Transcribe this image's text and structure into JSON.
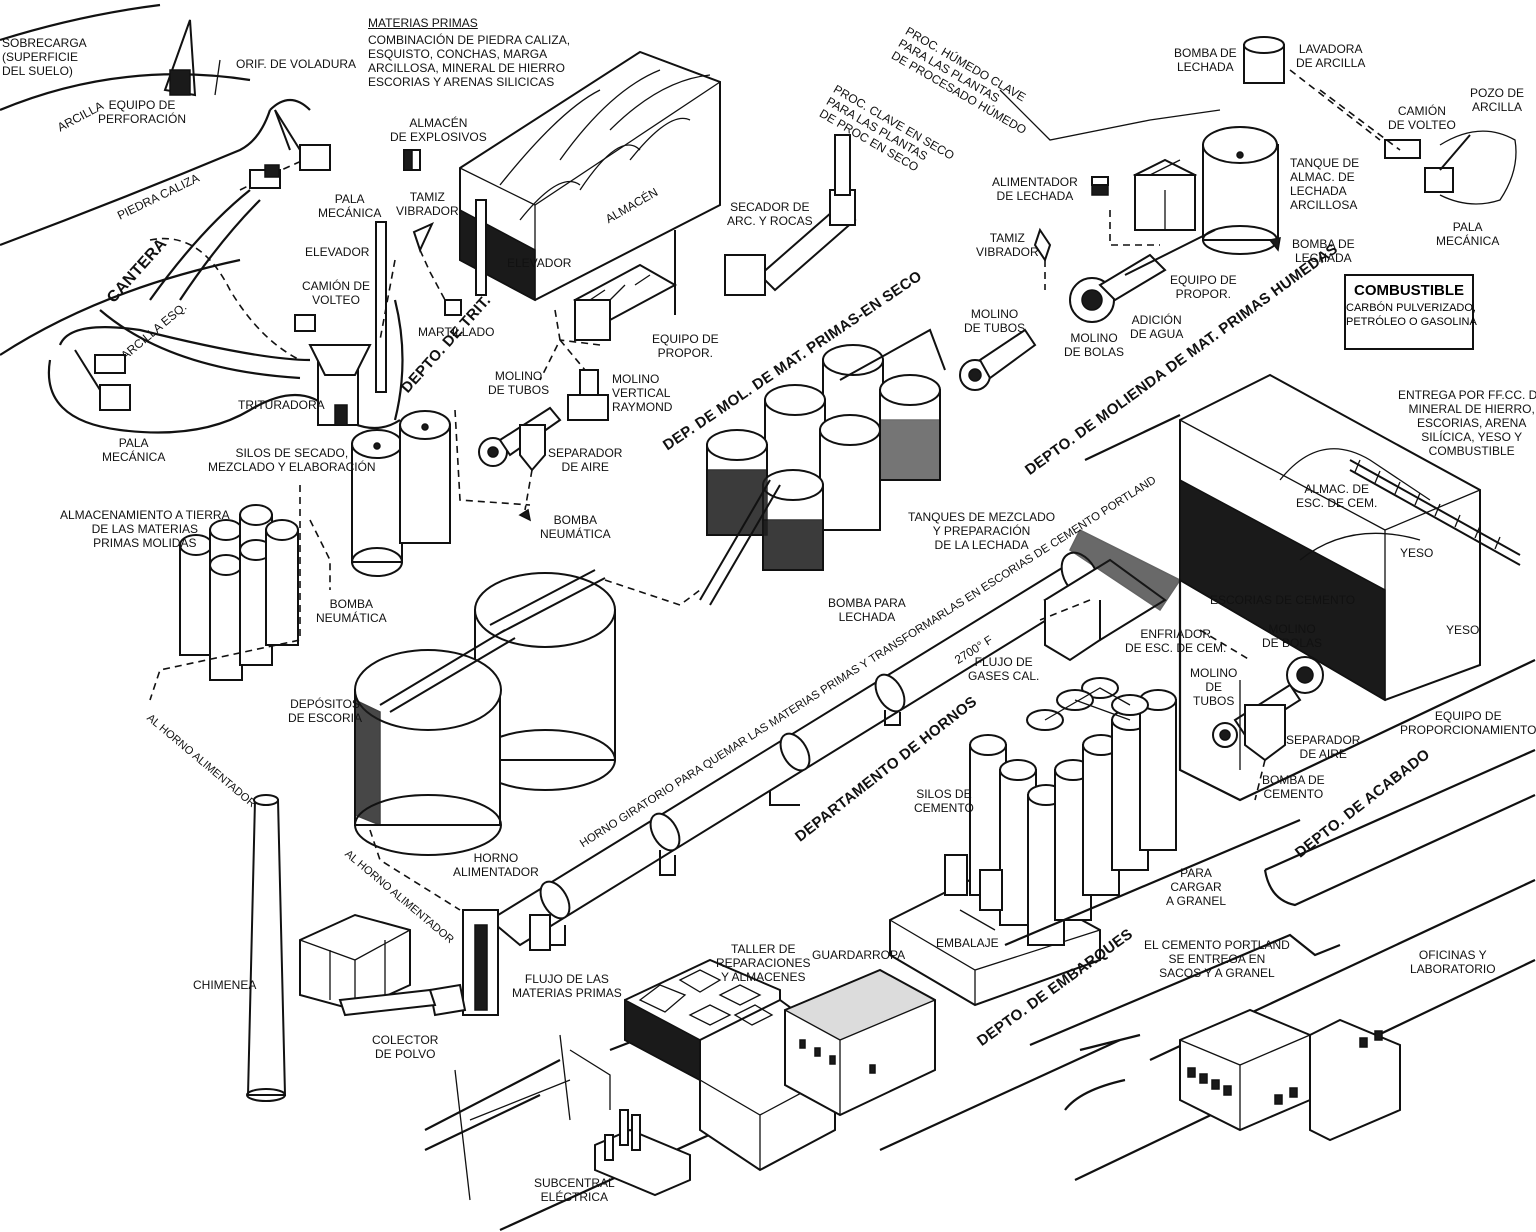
{
  "labels": {
    "sobrecarga": "SOBRECARGA\n(SUPERFICIE\nDEL SUELO)",
    "arcilla_top": "ARCILLA",
    "equipo_perforacion": "EQUIPO DE\nPERFORACIÓN",
    "orif_voladura": "ORIF. DE VOLADURA",
    "piedra_caliza": "PIEDRA CALIZA",
    "pala_mecanica_1": "PALA\nMECÁNICA",
    "cantera": "CANTERA",
    "elevador_1": "ELEVADOR",
    "camion_volteo_1": "CAMIÓN DE\nVOLTEO",
    "arcilla_esq": "ARCILLA ESQ.",
    "trituradora": "TRITURADORA",
    "pala_mecanica_2": "PALA\nMECÁNICA",
    "materias_primas_title": "MATERIAS PRIMAS",
    "materias_primas_desc": "COMBINACIÓN DE PIEDRA CALIZA,\nESQUISTO, CONCHAS, MARGA\nARCILLOSA, MINERAL DE HIERRO\nESCORIAS Y ARENAS SILICICAS",
    "almacen_explosivos": "ALMACÉN\nDE EXPLOSIVOS",
    "tamiz_vibrador_1": "TAMIZ\nVIBRADOR",
    "martillado": "MARTILLADO",
    "depto_trit": "DEPTO. DE TRIT.",
    "almacen": "ALMACÉN",
    "elevador_2": "ELEVADOR",
    "equipo_propor_1": "EQUIPO DE\nPROPOR.",
    "secador": "SECADOR DE\nARC. Y ROCAS",
    "proc_clave_seco": "PROC. CLAVE EN SECO\nPARA LAS PLANTAS\nDE PROC EN SECO",
    "proc_humedo": "PROC. HÚMEDO CLAVE\nPARA LAS PLANTAS\nDE PROCESADO HÚMEDO",
    "molino_tubos_1": "MOLINO\nDE TUBOS",
    "molino_vertical": "MOLINO\nVERTICAL\nRAYMOND",
    "separador_aire_1": "SEPARADOR\nDE AIRE",
    "bomba_neumatica_1": "BOMBA\nNEUMÁTICA",
    "dep_mol_seco": "DEP. DE MOL. DE MAT. PRIMAS-EN SECO",
    "silos_secado": "SILOS DE SECADO,\nMEZCLADO Y ELABORACIÓN",
    "almacenamiento_tierra": "ALMACENAMIENTO A TIERRA\nDE LAS MATERIAS\nPRIMAS MOLIDAS",
    "bomba_neumatica_2": "BOMBA\nNEUMÁTICA",
    "bomba_lechada_1": "BOMBA DE\nLECHADA",
    "lavadora_arcilla": "LAVADORA\nDE ARCILLA",
    "pozo_arcilla": "POZO DE\nARCILLA",
    "camion_volteo_2": "CAMIÓN\nDE VOLTEO",
    "alimentador_lechada": "ALIMENTADOR\nDE LECHADA",
    "tanque_almac": "TANQUE DE\nALMAC. DE\nLECHADA\nARCILLOSA",
    "bomba_lechada_2": "BOMBA DE\nLECHADA",
    "pala_mecanica_3": "PALA\nMECÁNICA",
    "tamiz_vibrador_2": "TAMIZ\nVIBRADOR",
    "equipo_propor_2": "EQUIPO DE\nPROPOR.",
    "adicion_agua": "ADICIÓN\nDE AGUA",
    "molino_bolas_1": "MOLINO\nDE BOLAS",
    "molino_tubos_2": "MOLINO\nDE TUBOS",
    "depto_mol_humedas": "DEPTO. DE MOLIENDA DE MAT. PRIMAS HUMEDAS",
    "combustible_title": "COMBUSTIBLE",
    "combustible_desc": "CARBÓN PULVERIZADO,\nPETRÓLEO O GASOLINA",
    "entrega_ffcc": "ENTREGA POR FF.CC. DE\nMINERAL DE HIERRO,\nESCORIAS, ARENA\nSILÍCICA, YESO Y\nCOMBUSTIBLE",
    "almac_esc": "ALMAC. DE\nESC. DE CEM.",
    "yeso_1": "YESO",
    "yeso_2": "YESO",
    "tanques_mezclado": "TANQUES DE MEZCLADO\nY PREPARACIÓN\nDE LA LECHADA",
    "bomba_para_lechada": "BOMBA PARA\nLECHADA",
    "escorias_cemento": "ESCORIAS DE CEMENTO",
    "enfriador": "ENFRIADOR\nDE ESC. DE CEM.",
    "flujo_gases": "FLUJO DE\nGASES CAL.",
    "temp": "2700° F",
    "horno_giratorio": "HORNO GIRATORIO PARA QUEMAR LAS MATERIAS PRIMAS Y TRANSFORMARLAS EN ESCORIAS DE CEMENTO PORTLAND",
    "molino_bolas_2": "MOLINO\nDE BOLAS",
    "molino_tubos_3": "MOLINO\nDE\nTUBOS",
    "separador_aire_2": "SEPARADOR\nDE AIRE",
    "bomba_cemento": "BOMBA DE\nCEMENTO",
    "equipo_proporcionamiento": "EQUIPO DE\nPROPORCIONAMIENTO",
    "depto_acabado": "DEPTO. DE ACABADO",
    "depositos_escoria": "DEPÓSITOS\nDE ESCORIA",
    "al_horno_1": "AL HORNO ALIMENTADOR",
    "al_horno_2": "AL HORNO ALIMENTADOR",
    "horno_alimentador": "HORNO\nALIMENTADOR",
    "departamento_hornos": "DEPARTAMENTO DE HORNOS",
    "silos_cemento": "SILOS DE\nCEMENTO",
    "para_cargar": "PARA\nCARGAR\nA GRANEL",
    "embalaje": "EMBALAJE",
    "depto_embarques": "DEPTO. DE EMBARQUES",
    "cemento_portland": "EL CEMENTO PORTLAND\nSE ENTREGA EN\nSACOS Y A GRANEL",
    "oficinas": "OFICINAS Y\nLABORATORIO",
    "chimenea": "CHIMENEA",
    "colector_polvo": "COLECTOR\nDE POLVO",
    "flujo_materias": "FLUJO DE LAS\nMATERIAS PRIMAS",
    "taller": "TALLER DE\nREPARACIONES\nY ALMACENES",
    "guardarropa": "GUARDARROPA",
    "subcentral": "SUBCENTRAL\nELÉCTRICA"
  }
}
